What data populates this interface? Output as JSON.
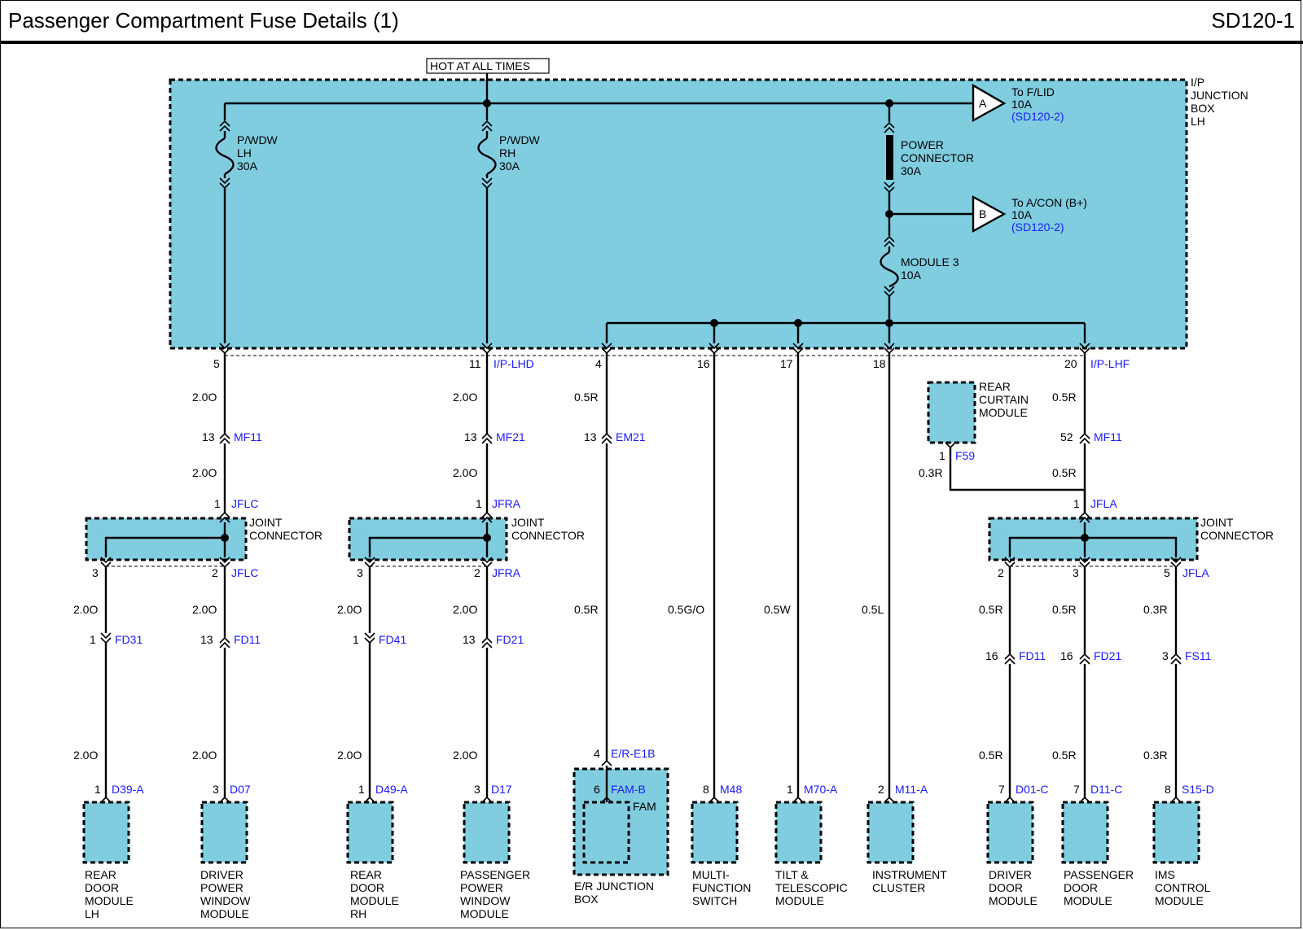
{
  "header": {
    "title": "Passenger Compartment Fuse Details (1)",
    "code": "SD120-1"
  },
  "hot_label": "HOT AT ALL TIMES",
  "ipjb": {
    "label": [
      "I/P",
      "JUNCTION",
      "BOX",
      "LH"
    ]
  },
  "fuses": {
    "pwdw_lh": [
      "P/WDW",
      "LH",
      "30A"
    ],
    "pwdw_rh": [
      "P/WDW",
      "RH",
      "30A"
    ],
    "power_connector": [
      "POWER",
      "CONNECTOR",
      "30A"
    ],
    "module3": [
      "MODULE 3",
      "10A"
    ]
  },
  "arrows": {
    "a": {
      "letter": "A",
      "to": "To F/LID",
      "amp": "10A",
      "ref": "(SD120-2)"
    },
    "b": {
      "letter": "B",
      "to": "To A/CON (B+)",
      "amp": "10A",
      "ref": "(SD120-2)"
    }
  },
  "pins": {
    "p5": "5",
    "p11": "11",
    "p11c": "I/P-LHD",
    "p4": "4",
    "p16": "16",
    "p17": "17",
    "p18": "18",
    "p20": "20",
    "p20c": "I/P-LHF"
  },
  "wires": {
    "w20o": "2.0O",
    "w05r": "0.5R",
    "w05go": "0.5G/O",
    "w05w": "0.5W",
    "w05l": "0.5L",
    "w03r": "0.3R"
  },
  "connectors": {
    "mf11": "MF11",
    "mf21": "MF21",
    "em21": "EM21",
    "f59": "F59",
    "jflc": "JFLC",
    "jfra": "JFRA",
    "jfla": "JFLA",
    "fd31": "FD31",
    "fd11": "FD11",
    "fd41": "FD41",
    "fd21": "FD21",
    "fs11": "FS11",
    "er_e1b": "E/R-E1B",
    "fam_b": "FAM-B",
    "d39a": "D39-A",
    "d07": "D07",
    "d49a": "D49-A",
    "d17": "D17",
    "m48": "M48",
    "m70a": "M70-A",
    "m11a": "M11-A",
    "d01c": "D01-C",
    "d11c": "D11-C",
    "s15d": "S15-D"
  },
  "numbers": {
    "n1": "1",
    "n2": "2",
    "n3": "3",
    "n4": "4",
    "n5": "5",
    "n6": "6",
    "n7": "7",
    "n8": "8",
    "n13": "13",
    "n16": "16",
    "n52": "52"
  },
  "joint_connector": [
    "JOINT",
    "CONNECTOR"
  ],
  "rear_curtain": [
    "REAR",
    "CURTAIN",
    "MODULE"
  ],
  "fam_label": "FAM",
  "components": {
    "rear_door_lh": [
      "REAR",
      "DOOR",
      "MODULE",
      "LH"
    ],
    "driver_power_window": [
      "DRIVER",
      "POWER",
      "WINDOW",
      "MODULE"
    ],
    "rear_door_rh": [
      "REAR",
      "DOOR",
      "MODULE",
      "RH"
    ],
    "passenger_power_window": [
      "PASSENGER",
      "POWER",
      "WINDOW",
      "MODULE"
    ],
    "er_junction_box": [
      "E/R JUNCTION",
      "BOX"
    ],
    "multi_function": [
      "MULTI-",
      "FUNCTION",
      "SWITCH"
    ],
    "tilt_telescopic": [
      "TILT &",
      "TELESCOPIC",
      "MODULE"
    ],
    "instrument_cluster": [
      "INSTRUMENT",
      "CLUSTER"
    ],
    "driver_door": [
      "DRIVER",
      "DOOR",
      "MODULE"
    ],
    "passenger_door": [
      "PASSENGER",
      "DOOR",
      "MODULE"
    ],
    "ims_control": [
      "IMS",
      "CONTROL",
      "MODULE"
    ]
  },
  "colors": {
    "box_fill": "#80cde0",
    "connector_text": "#1a1aff",
    "ref_text": "#1a1aff"
  }
}
